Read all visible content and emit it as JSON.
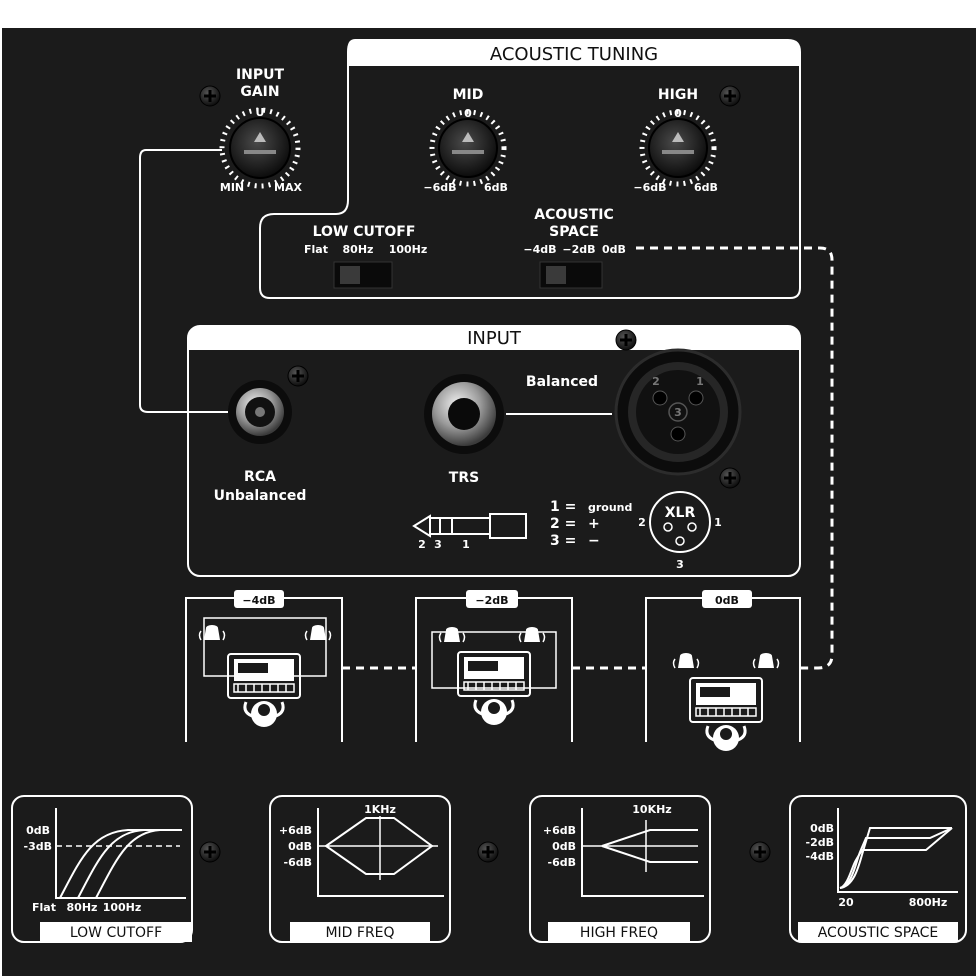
{
  "acoustic_tuning": {
    "title": "ACOUSTIC TUNING",
    "mid": {
      "label": "MID",
      "top": "0",
      "min": "−6dB",
      "max": "6dB"
    },
    "high": {
      "label": "HIGH",
      "top": "0",
      "min": "−6dB",
      "max": "6dB"
    },
    "low_cutoff": {
      "label": "LOW CUTOFF",
      "positions": [
        "Flat",
        "80Hz",
        "100Hz"
      ]
    },
    "acoustic_space": {
      "label_line1": "ACOUSTIC",
      "label_line2": "SPACE",
      "positions": [
        "−4dB",
        "−2dB",
        "0dB"
      ]
    }
  },
  "input_gain": {
    "label_line1": "INPUT",
    "label_line2": "GAIN",
    "top": "U",
    "min": "MIN",
    "max": "MAX"
  },
  "input": {
    "title": "INPUT",
    "rca_line1": "RCA",
    "rca_line2": "Unbalanced",
    "trs": "TRS",
    "balanced": "Balanced",
    "xlr_pin_left": "2",
    "xlr_pin_right": "1",
    "xlr_pin_center": "3",
    "legend": [
      {
        "num": "1 =",
        "desc": "ground"
      },
      {
        "num": "2 =",
        "desc": "+"
      },
      {
        "num": "3 =",
        "desc": "−"
      }
    ],
    "trs_pins": [
      "2",
      "3",
      "1"
    ],
    "xlr_diagram": {
      "title": "XLR",
      "pin_left": "2",
      "pin_right": "1",
      "pin_bottom": "3"
    }
  },
  "placement": [
    {
      "label": "−4dB"
    },
    {
      "label": "−2dB"
    },
    {
      "label": "0dB"
    }
  ],
  "graphs": {
    "low_cutoff": {
      "title": "LOW CUTOFF",
      "y0": "0dB",
      "y3": "-3dB",
      "x": [
        "Flat",
        "80Hz",
        "100Hz"
      ]
    },
    "mid_freq": {
      "title": "MID FREQ",
      "freq": "1KHz",
      "y": [
        "+6dB",
        "0dB",
        "-6dB"
      ]
    },
    "high_freq": {
      "title": "HIGH FREQ",
      "freq": "10KHz",
      "y": [
        "+6dB",
        "0dB",
        "-6dB"
      ]
    },
    "acoustic_space": {
      "title": "ACOUSTIC SPACE",
      "y": [
        "0dB",
        "-2dB",
        "-4dB"
      ],
      "x": [
        "20",
        "800Hz"
      ]
    }
  },
  "colors": {
    "panel": "#1b1b1b",
    "print": "#ffffff"
  }
}
